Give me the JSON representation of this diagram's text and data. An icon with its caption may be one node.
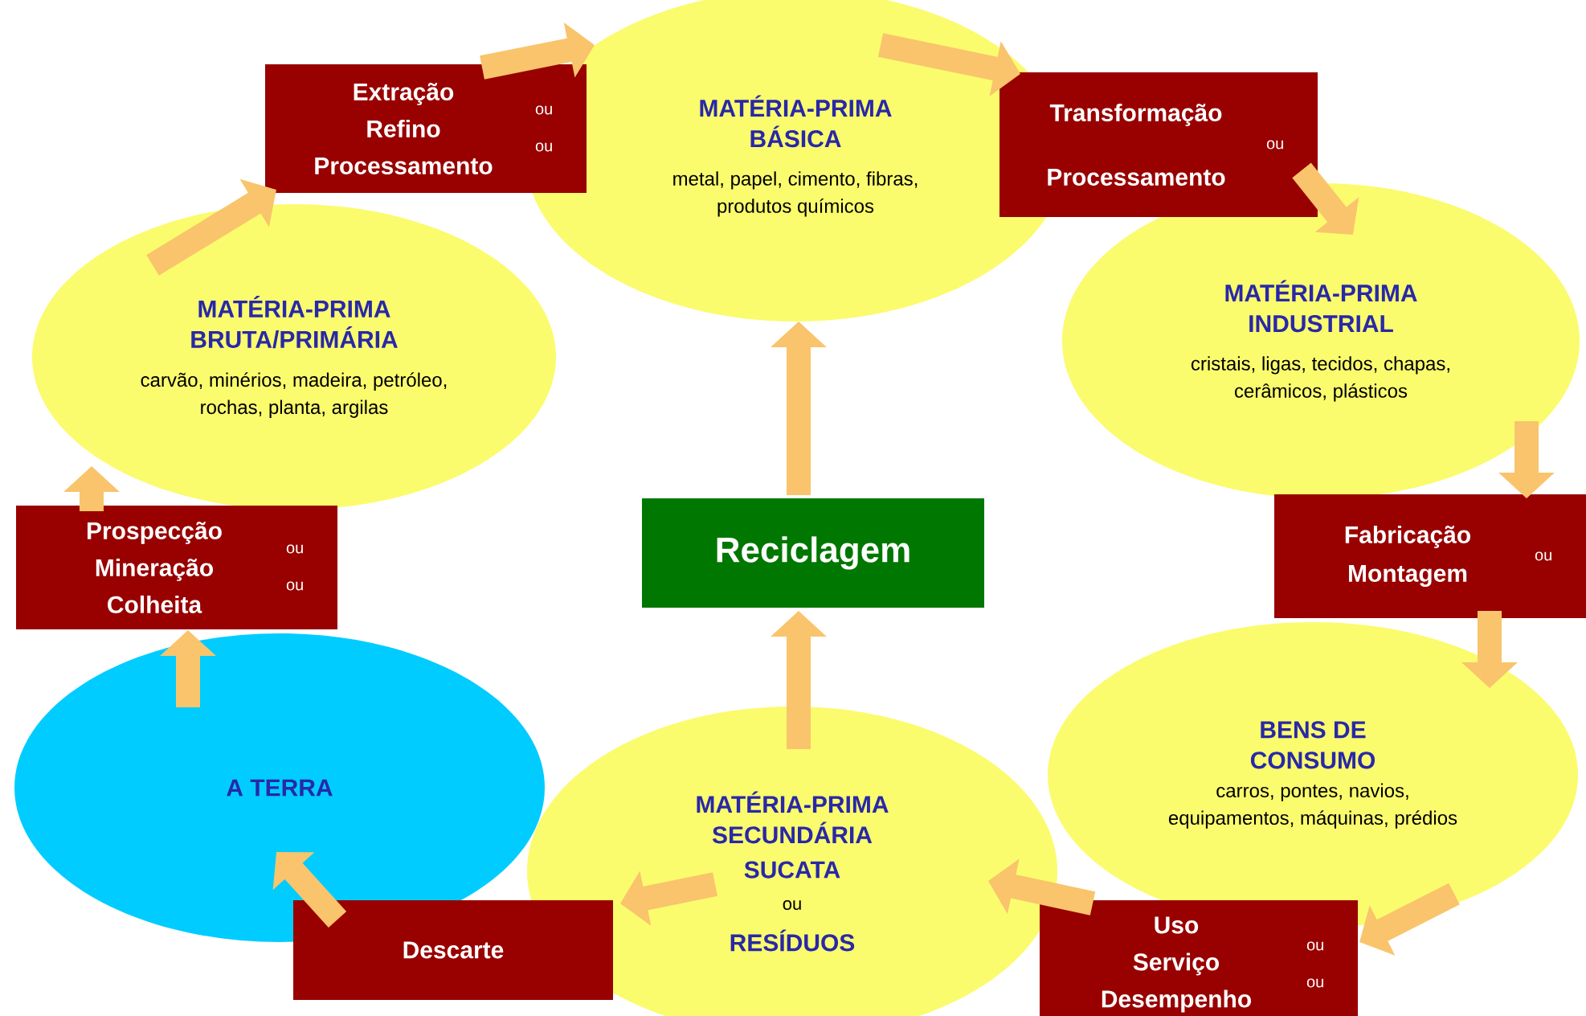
{
  "diagram": {
    "nodes": [
      {
        "text": [
          "Extração",
          "Refino",
          "Processamento",
          "ou",
          "ou"
        ]
      },
      {
        "text": [
          "MATÉRIA-PRIMA BÁSICA",
          "metal, papel, cimento, fibras, produtos químicos"
        ]
      },
      {
        "text": [
          "Transformação",
          "Processamento",
          "ou"
        ]
      },
      {
        "text": [
          "MATÉRIA-PRIMA INDUSTRIAL",
          "cristais, ligas, tecidos, chapas, cerâmicos, plásticos"
        ]
      },
      {
        "text": [
          "Fabricação",
          "Montagem",
          "ou"
        ]
      },
      {
        "text": [
          "BENS DE CONSUMO",
          "carros, pontes, navios, equipamentos, máquinas, prédios"
        ]
      },
      {
        "text": [
          "Uso",
          "Serviço",
          "Desempenho",
          "ou",
          "ou"
        ]
      },
      {
        "text": [
          "MATÉRIA-PRIMA SECUNDÁRIA",
          "SUCATA",
          "ou",
          "RESÍDUOS"
        ]
      },
      {
        "text": [
          "Descarte"
        ]
      },
      {
        "text": [
          "A TERRA"
        ]
      },
      {
        "text": [
          "Prospecção",
          "Mineração",
          "Colheita",
          "ou",
          "ou"
        ]
      },
      {
        "text": [
          "MATÉRIA-PRIMA BRUTA/PRIMÁRIA",
          "carvão, minérios, madeira, petróleo, rochas, planta, argilas"
        ]
      },
      {
        "text": [
          "Reciclagem"
        ]
      }
    ],
    "edges": [
      {
        "from": 0,
        "to": 1,
        "arrow": "to"
      },
      {
        "from": 1,
        "to": 2,
        "arrow": "to"
      },
      {
        "from": 2,
        "to": 3,
        "arrow": "to"
      },
      {
        "from": 3,
        "to": 4,
        "arrow": "to"
      },
      {
        "from": 4,
        "to": 5,
        "arrow": "to"
      },
      {
        "from": 5,
        "to": 6,
        "arrow": "to"
      },
      {
        "from": 6,
        "to": 7,
        "arrow": "to"
      },
      {
        "from": 7,
        "to": 8,
        "arrow": "to"
      },
      {
        "from": 8,
        "to": 9,
        "arrow": "to"
      },
      {
        "from": 9,
        "to": 10,
        "arrow": "to"
      },
      {
        "from": 10,
        "to": 11,
        "arrow": "to"
      },
      {
        "from": 11,
        "to": 0,
        "arrow": "to"
      },
      {
        "from": 7,
        "to": 12,
        "arrow": "to"
      },
      {
        "from": 12,
        "to": 1,
        "arrow": "to"
      }
    ]
  }
}
